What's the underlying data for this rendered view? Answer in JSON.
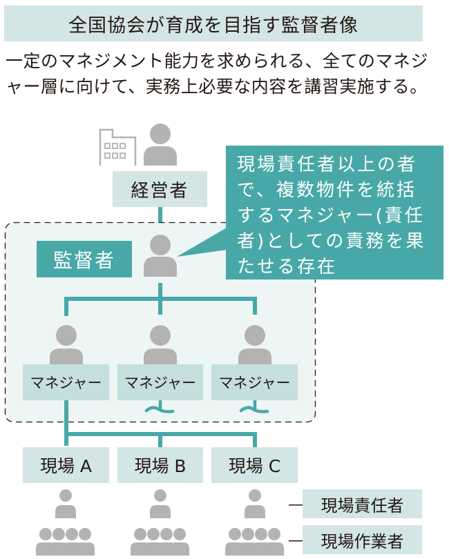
{
  "header": {
    "title": "全国協会が育成を目指す監督者像"
  },
  "description": "一定のマネジメント能力を求められる、全てのマネジャー層に向けて、実務上必要な内容を講習実施する。",
  "executive": {
    "label": "経営者",
    "icons": [
      "building-icon",
      "person-icon"
    ]
  },
  "supervisor": {
    "label": "監督者",
    "callout": "現場責任者以上の者で、複数物件を統括するマネジャー(責任者)としての責務を果たせる存在"
  },
  "managers": [
    {
      "label": "マネジャー"
    },
    {
      "label": "マネジャー"
    },
    {
      "label": "マネジャー"
    }
  ],
  "sites": [
    {
      "label": "現場 A"
    },
    {
      "label": "現場 B"
    },
    {
      "label": "現場 C"
    }
  ],
  "legend": {
    "site_leader": "現場責任者",
    "site_workers": "現場作業者"
  },
  "colors": {
    "teal": "#48a8a7",
    "light_box": "#d3e5e5",
    "manager_box": "#c5dede",
    "zone_fill": "#eef5f5",
    "person_gray": "#b3b3b3"
  }
}
